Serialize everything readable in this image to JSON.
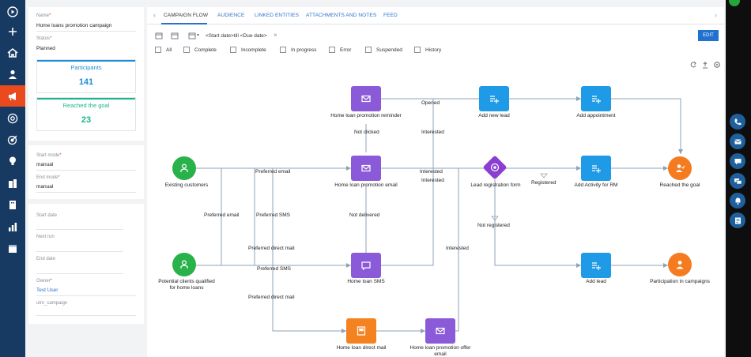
{
  "colors": {
    "nav_bg": "#163a61",
    "nav_active": "#e94b1e",
    "link_blue": "#2a71c9",
    "participants_blue": "#1e8ed8",
    "goal_teal": "#1bb58c",
    "email_purple": "#8b5ad8",
    "lead_blue": "#1e9ae6",
    "green_node": "#2ab24a",
    "orange_node": "#f47b20",
    "form_purple": "#8a3fd1"
  },
  "leftnav": {
    "items": [
      {
        "icon": "play-icon"
      },
      {
        "icon": "plus-icon"
      },
      {
        "icon": "home-icon"
      },
      {
        "icon": "user-icon"
      },
      {
        "icon": "megaphone-icon",
        "active": true
      },
      {
        "icon": "at-icon"
      },
      {
        "icon": "target-icon"
      },
      {
        "icon": "bulb-icon"
      },
      {
        "icon": "buildings-icon"
      },
      {
        "icon": "building-icon"
      },
      {
        "icon": "bar-chart-icon"
      },
      {
        "icon": "calendar-icon"
      }
    ]
  },
  "panel": {
    "name_label": "Name",
    "name_value": "Home loans promotion campaign",
    "status_label": "Status",
    "status_value": "Planned",
    "participants_label": "Participants",
    "participants_value": "141",
    "goal_label": "Reached the goal",
    "goal_value": "23",
    "start_mode_label": "Start mode",
    "start_mode_value": "manual",
    "end_mode_label": "End mode",
    "end_mode_value": "manual",
    "start_date_label": "Start date",
    "next_run_label": "Next run",
    "end_date_label": "End date",
    "owner_label": "Owner",
    "owner_value": "Test User",
    "utm_label": "utm_campaign",
    "required_mark": "*"
  },
  "tabs": [
    "CAMPAIGN FLOW",
    "AUDIENCE",
    "LINKED ENTITIES",
    "ATTACHMENTS AND NOTES",
    "FEED"
  ],
  "toolbar": {
    "date_text": "<Start date>till <Due date>",
    "clear_symbol": "×",
    "edit_label": "EDIT"
  },
  "filters": [
    "All",
    "Complete",
    "Incomplete",
    "In progress",
    "Error",
    "Suspended",
    "History"
  ],
  "flow": {
    "nodes": {
      "existing": "Existing customers",
      "potential": "Potential clients qualified for home loans",
      "reminder": "Home loan promotion reminder",
      "email": "Home loan promotion email",
      "sms": "Home loan SMS",
      "direct_mail": "Home loan direct mail",
      "offer_email": "Home loan promotion offer email",
      "add_new_lead": "Add new lead",
      "add_appointment": "Add appointment",
      "lead_form": "Lead registration form",
      "add_activity": "Add Activity for RM",
      "reached_goal": "Reached the goal",
      "add_lead": "Add lead",
      "participation": "Participation in campaigns"
    },
    "edges": {
      "opened": "Opened",
      "not_clicked": "Not clicked",
      "interested_1": "Interested",
      "preferred_email": "Preferred email",
      "interested_2": "Interested",
      "interested_3": "Interested",
      "registered": "Registered",
      "preferred_email_2": "Preferred email",
      "preferred_sms": "Preferred SMS",
      "not_delivered": "Not delivered",
      "not_registered": "Not registered",
      "preferred_direct_mail": "Preferred direct mail",
      "interested_4": "Interested",
      "preferred_sms_2": "Preferred SMS",
      "preferred_direct_mail_2": "Preferred direct mail"
    }
  }
}
